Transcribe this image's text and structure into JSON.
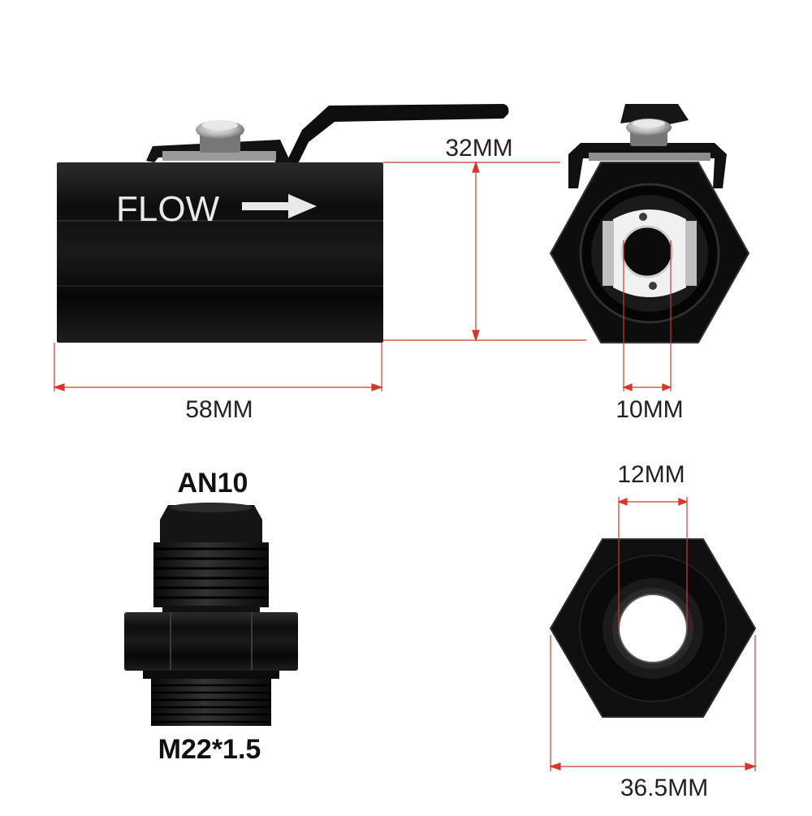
{
  "colors": {
    "dimension_line": "#d8352b",
    "body_black": "#0f0f0f",
    "body_highlight": "#3a3a3a",
    "seal_white": "#f1f1f1",
    "label_text": "#222222"
  },
  "valve_side": {
    "marking_text": "FLOW",
    "marking_icon": "arrow-right-icon",
    "length_label": "58MM",
    "height_label": "32MM"
  },
  "valve_end": {
    "bore_label": "10MM"
  },
  "adapter_fitting": {
    "top_thread_label": "AN10",
    "bottom_thread_label": "M22*1.5"
  },
  "adapter_end": {
    "bore_label": "12MM",
    "across_flats_label": "36.5MM"
  }
}
